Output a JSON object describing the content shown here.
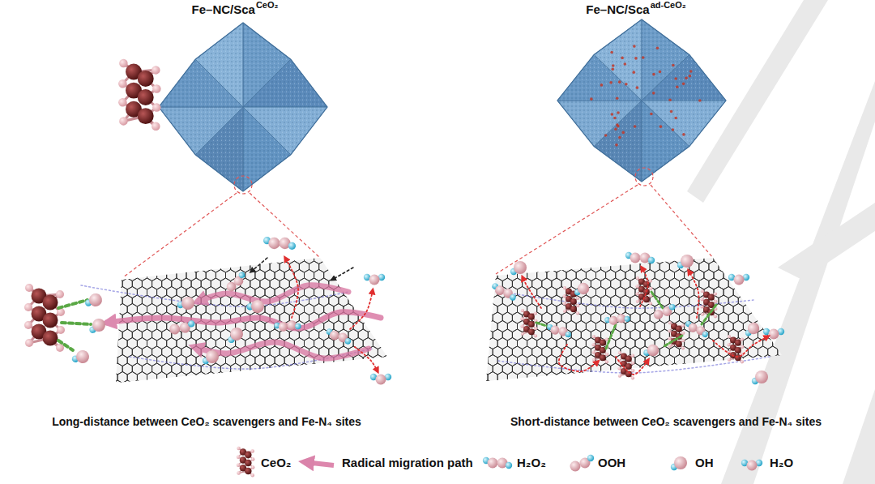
{
  "diagram": {
    "labels": [
      "Fe–NC/Sca",
      "CeO₂",
      "Fe–NC/Sca",
      "ad-CeO₂",
      "Long-distance between CeO₂ scavengers and Fe-N₄ sites",
      "Short-distance between CeO₂ scavengers and Fe-N₄ sites"
    ],
    "legend": [
      {
        "text": "CeO₂"
      },
      {
        "text": "Radical migration path"
      },
      {
        "text": "H₂O₂"
      },
      {
        "text": "OOH"
      },
      {
        "text": "OH"
      },
      {
        "text": "H₂O"
      }
    ]
  }
}
